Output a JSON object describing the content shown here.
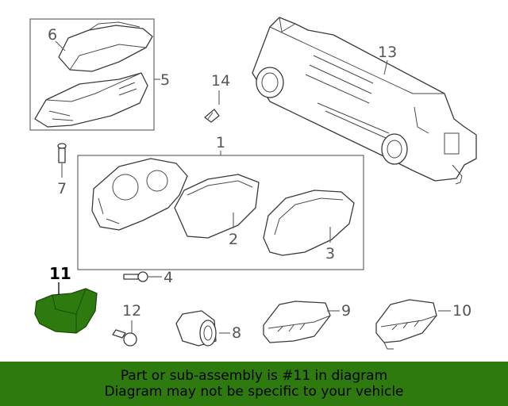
{
  "callouts": {
    "c1": "1",
    "c2": "2",
    "c3": "3",
    "c4": "4",
    "c5": "5",
    "c6": "6",
    "c7": "7",
    "c8": "8",
    "c9": "9",
    "c10": "10",
    "c11": "11",
    "c12": "12",
    "c13": "13",
    "c14": "14"
  },
  "highlight": {
    "part_number": "11",
    "color": "#2e7a0f"
  },
  "banner": {
    "line1": "Part or sub-assembly is #11 in diagram",
    "line2": "Diagram may not be specific to your vehicle",
    "background": "#2e7a0f"
  }
}
